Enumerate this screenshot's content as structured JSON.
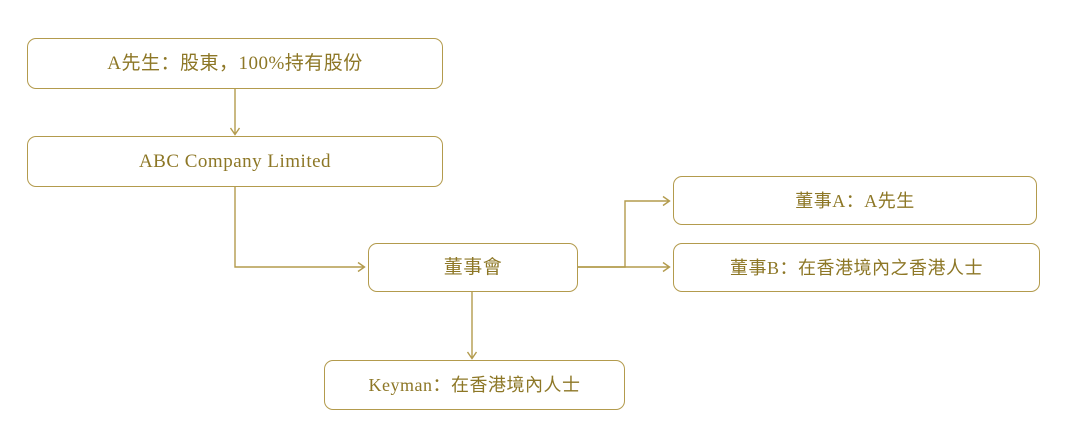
{
  "diagram": {
    "type": "org-structure-flowchart",
    "colors": {
      "stroke": "#b39b4d",
      "text": "#8d7726",
      "background": "#ffffff"
    },
    "nodes": [
      {
        "id": "shareholder",
        "label": "A先生：股東，100%持有股份"
      },
      {
        "id": "company",
        "label": "ABC Company Limited"
      },
      {
        "id": "board",
        "label": "董事會"
      },
      {
        "id": "director_a",
        "label": "董事A：A先生"
      },
      {
        "id": "director_b",
        "label": "董事B：在香港境內之香港人士"
      },
      {
        "id": "keyman",
        "label": "Keyman：在香港境內人士"
      }
    ],
    "edges": [
      {
        "from": "shareholder",
        "to": "company",
        "style": "straight-down"
      },
      {
        "from": "company",
        "to": "board",
        "style": "elbow-down-right"
      },
      {
        "from": "board",
        "to": "director_a",
        "style": "elbow-right-up"
      },
      {
        "from": "board",
        "to": "director_b",
        "style": "straight-right"
      },
      {
        "from": "board",
        "to": "keyman",
        "style": "straight-down"
      }
    ]
  }
}
